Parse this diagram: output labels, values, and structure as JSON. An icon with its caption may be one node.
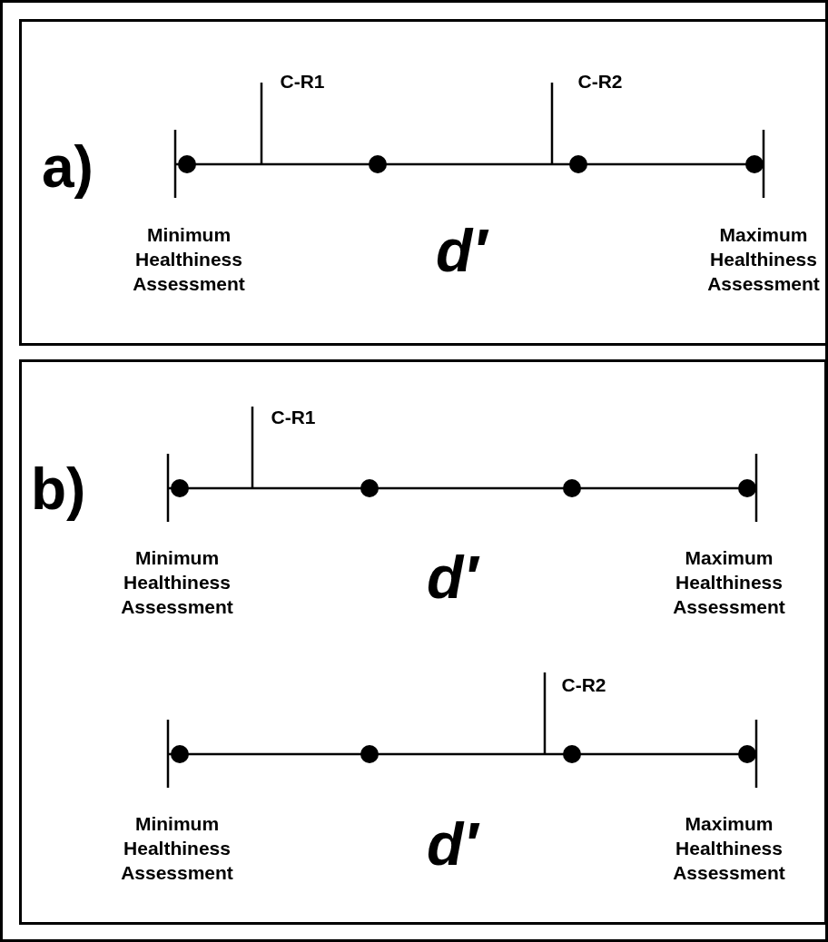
{
  "diagram": {
    "nodes": [
      {
        "text": [
          "a)"
        ]
      },
      {
        "text": [
          "b)"
        ]
      }
    ],
    "labels": [
      "C-R1",
      "C-R2",
      "Minimum Healthiness Assessment",
      "d′",
      "Maximum Healthiness Assessment",
      "C-R1",
      "Minimum Healthiness Assessment",
      "d′",
      "Maximum Healthiness Assessment",
      "C-R2",
      "Minimum Healthiness Assessment",
      "d′",
      "Maximum Healthiness Assessment"
    ]
  }
}
